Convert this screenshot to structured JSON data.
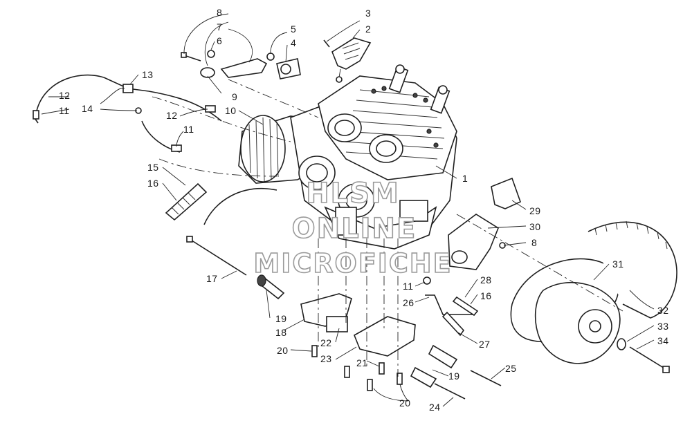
{
  "watermark": {
    "line1": "HLSM",
    "line2": "ONLINE",
    "line3": "MICROFICHE"
  },
  "callouts": {
    "c1": "1",
    "c2": "2",
    "c3": "3",
    "c4": "4",
    "c5": "5",
    "c6": "6",
    "c7": "7",
    "c8a": "8",
    "c8b": "8",
    "c9": "9",
    "c10": "10",
    "c11a": "11",
    "c11b": "11",
    "c11c": "11",
    "c12a": "12",
    "c12b": "12",
    "c13": "13",
    "c14": "14",
    "c15": "15",
    "c16a": "16",
    "c16b": "16",
    "c17": "17",
    "c18": "18",
    "c19a": "19",
    "c19b": "19",
    "c20a": "20",
    "c20b": "20",
    "c21": "21",
    "c22": "22",
    "c23": "23",
    "c24": "24",
    "c25": "25",
    "c26": "26",
    "c27": "27",
    "c28": "28",
    "c29": "29",
    "c30": "30",
    "c31": "31",
    "c32": "32",
    "c33": "33",
    "c34": "34"
  }
}
